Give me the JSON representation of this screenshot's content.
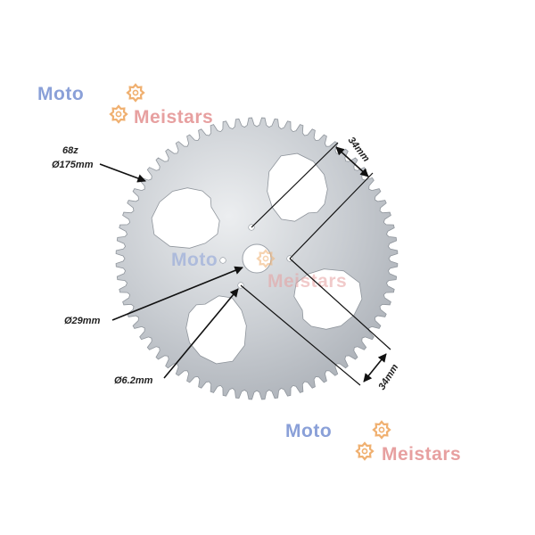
{
  "product": {
    "teeth_label": "68z",
    "outer_diameter_label": "Ø175mm",
    "bore_diameter_label": "Ø29mm",
    "bolt_hole_diameter_label": "Ø6.2mm",
    "bolt_spacing_top_label": "34mm",
    "bolt_spacing_bottom_label": "34mm"
  },
  "watermark": {
    "word1": "Moto",
    "word2": "Meistars",
    "color_moto": "#8aa0d8",
    "color_meistars": "#e7a0a0",
    "gear_color": "#f0b070"
  },
  "colors": {
    "sprocket_fill": "#c9cdd2",
    "sprocket_edge": "#9aa0a8",
    "annotation": "#111111",
    "background": "#ffffff"
  }
}
